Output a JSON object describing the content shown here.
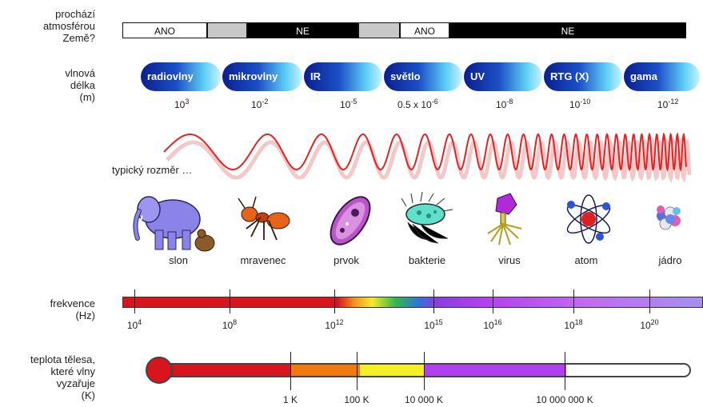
{
  "labels": {
    "atmosphere": "prochází\natmosférou\nZemě?",
    "wavelength": "vlnová\ndélka\n(m)",
    "typical_size": "typický rozměr …",
    "frequency": "frekvence\n(Hz)",
    "temperature": "teplota tělesa,\nkteré vlny\nvyzařuje\n(K)"
  },
  "atmosphere": [
    {
      "text": "ANO",
      "fill": "#ffffff",
      "color": "#111111"
    },
    {
      "text": "",
      "fill": "#c8c8c8",
      "color": "#111111"
    },
    {
      "text": "NE",
      "fill": "#000000",
      "color": "#ffffff"
    },
    {
      "text": "",
      "fill": "#c8c8c8",
      "color": "#111111"
    },
    {
      "text": "ANO",
      "fill": "#ffffff",
      "color": "#111111"
    },
    {
      "text": "NE",
      "fill": "#000000",
      "color": "#ffffff"
    }
  ],
  "bands": [
    "radiovlny",
    "mikrovlny",
    "IR",
    "světlo",
    "UV",
    "RTG (X)",
    "gama"
  ],
  "wavelengths": [
    {
      "base": "10",
      "exp": "3"
    },
    {
      "base": "10",
      "exp": "-2"
    },
    {
      "base": "10",
      "exp": "-5"
    },
    {
      "base": "0.5 x 10",
      "exp": "-6"
    },
    {
      "base": "10",
      "exp": "-8"
    },
    {
      "base": "10",
      "exp": "-10"
    },
    {
      "base": "10",
      "exp": "-12"
    }
  ],
  "objects": [
    {
      "name": "slon",
      "icon": "elephant-icon"
    },
    {
      "name": "mravenec",
      "icon": "ant-icon"
    },
    {
      "name": "prvok",
      "icon": "protozoan-icon"
    },
    {
      "name": "bakterie",
      "icon": "bacterium-icon"
    },
    {
      "name": "virus",
      "icon": "virus-icon"
    },
    {
      "name": "atom",
      "icon": "atom-icon"
    },
    {
      "name": "jádro",
      "icon": "nucleus-icon"
    }
  ],
  "frequency_ticks": [
    {
      "base": "10",
      "exp": "4"
    },
    {
      "base": "10",
      "exp": "8"
    },
    {
      "base": "10",
      "exp": "12"
    },
    {
      "base": "10",
      "exp": "15"
    },
    {
      "base": "10",
      "exp": "16"
    },
    {
      "base": "10",
      "exp": "18"
    },
    {
      "base": "10",
      "exp": "20"
    }
  ],
  "temperature_ticks": [
    "1 K",
    "100 K",
    "10 000 K",
    "10 000 000 K"
  ],
  "colors": {
    "radio": "#d8141e",
    "microwave": "#f07a10",
    "infrared": "#f4f028",
    "ultraviolet": "#b23ff0",
    "gamma": "#a690f0",
    "pill_dark": "#0a1f8c",
    "pill_light": "#5fd0f5",
    "wave": "#e52222"
  }
}
